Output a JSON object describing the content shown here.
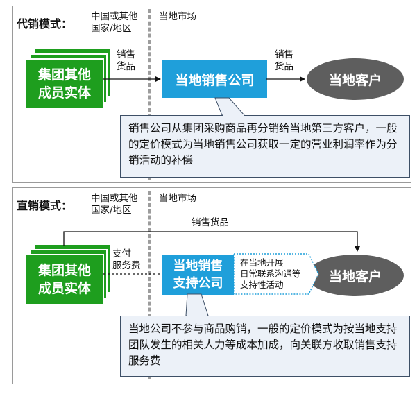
{
  "top": {
    "title": "代销模式：",
    "region_home": "中国或其他\n国家/地区",
    "region_local": "当地市场",
    "entity": "集团其他\n成员实体",
    "arrow1_label": "销售\n货品",
    "arrow2_label": "销售\n货品",
    "sales_company": "当地销售公司",
    "customer": "当地客户",
    "note": "销售公司从集团采购商品再分销给当地第三方客户，一般的定价模式为当地销售公司获取一定的营业利润率作为分销活动的补偿"
  },
  "bottom": {
    "title": "直销模式：",
    "region_home": "中国或其他\n国家/地区",
    "region_local": "当地市场",
    "entity": "集团其他\n成员实体",
    "top_arrow_label": "销售货品",
    "pay_label": "支付\n服务费",
    "support_company": "当地销售\n支持公司",
    "activity_label": "在当地开展\n日常联系沟通等\n支持性活动",
    "customer": "当地客户",
    "note": "当地公司不参与商品购销，一般的定价模式为按当地支持团队发生的相关人力等成本加成，向关联方收取销售支持服务费"
  },
  "colors": {
    "green": "#1e9e1e",
    "blue": "#1f9fda",
    "gray": "#5e5e5e",
    "callout_bg": "#ecf1f8"
  }
}
